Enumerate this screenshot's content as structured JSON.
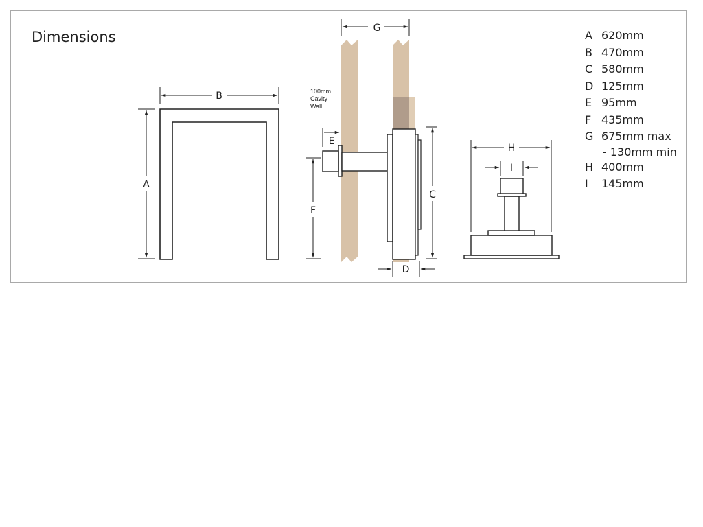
{
  "title": "Dimensions",
  "note": [
    "100mm",
    "Cavity",
    "Wall"
  ],
  "labels": {
    "a": "A",
    "b": "B",
    "c": "C",
    "d": "D",
    "e": "E",
    "f": "F",
    "g": "G",
    "h": "H",
    "i": "I"
  },
  "legend": [
    {
      "key": "A",
      "value": "620mm"
    },
    {
      "key": "B",
      "value": "470mm"
    },
    {
      "key": "C",
      "value": "580mm"
    },
    {
      "key": "D",
      "value": "125mm"
    },
    {
      "key": "E",
      "value": "95mm"
    },
    {
      "key": "F",
      "value": "435mm"
    },
    {
      "key": "G",
      "value": "675mm max"
    },
    {
      "key": "",
      "value": "- 130mm min"
    },
    {
      "key": "H",
      "value": "400mm"
    },
    {
      "key": "I",
      "value": "145mm"
    }
  ],
  "colors": {
    "wall": "#d8c2a8",
    "wall_shade": "#b09c8b",
    "line": "#222222",
    "border": "#a9a9a9"
  }
}
